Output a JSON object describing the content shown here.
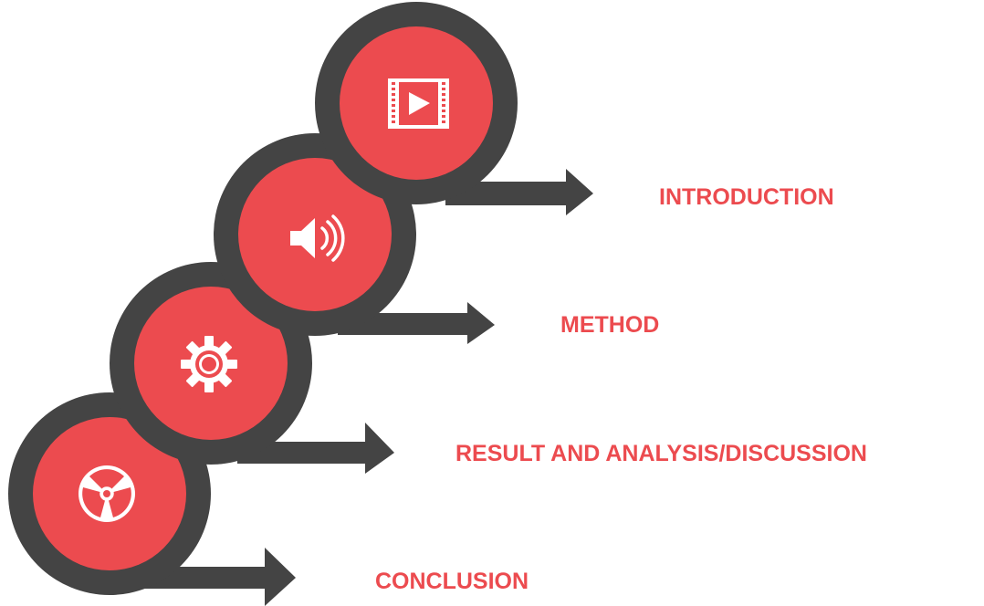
{
  "colors": {
    "ring": "#444444",
    "disc": "#ec4b4f",
    "label": "#ec4b4f",
    "icon": "#ffffff"
  },
  "steps": [
    {
      "label": "INTRODUCTION",
      "icon": "film-play-icon"
    },
    {
      "label": "METHOD",
      "icon": "speaker-icon"
    },
    {
      "label": "RESULT AND ANALYSIS/DISCUSSION",
      "icon": "gear-icon"
    },
    {
      "label": "CONCLUSION",
      "icon": "radiation-icon"
    }
  ]
}
